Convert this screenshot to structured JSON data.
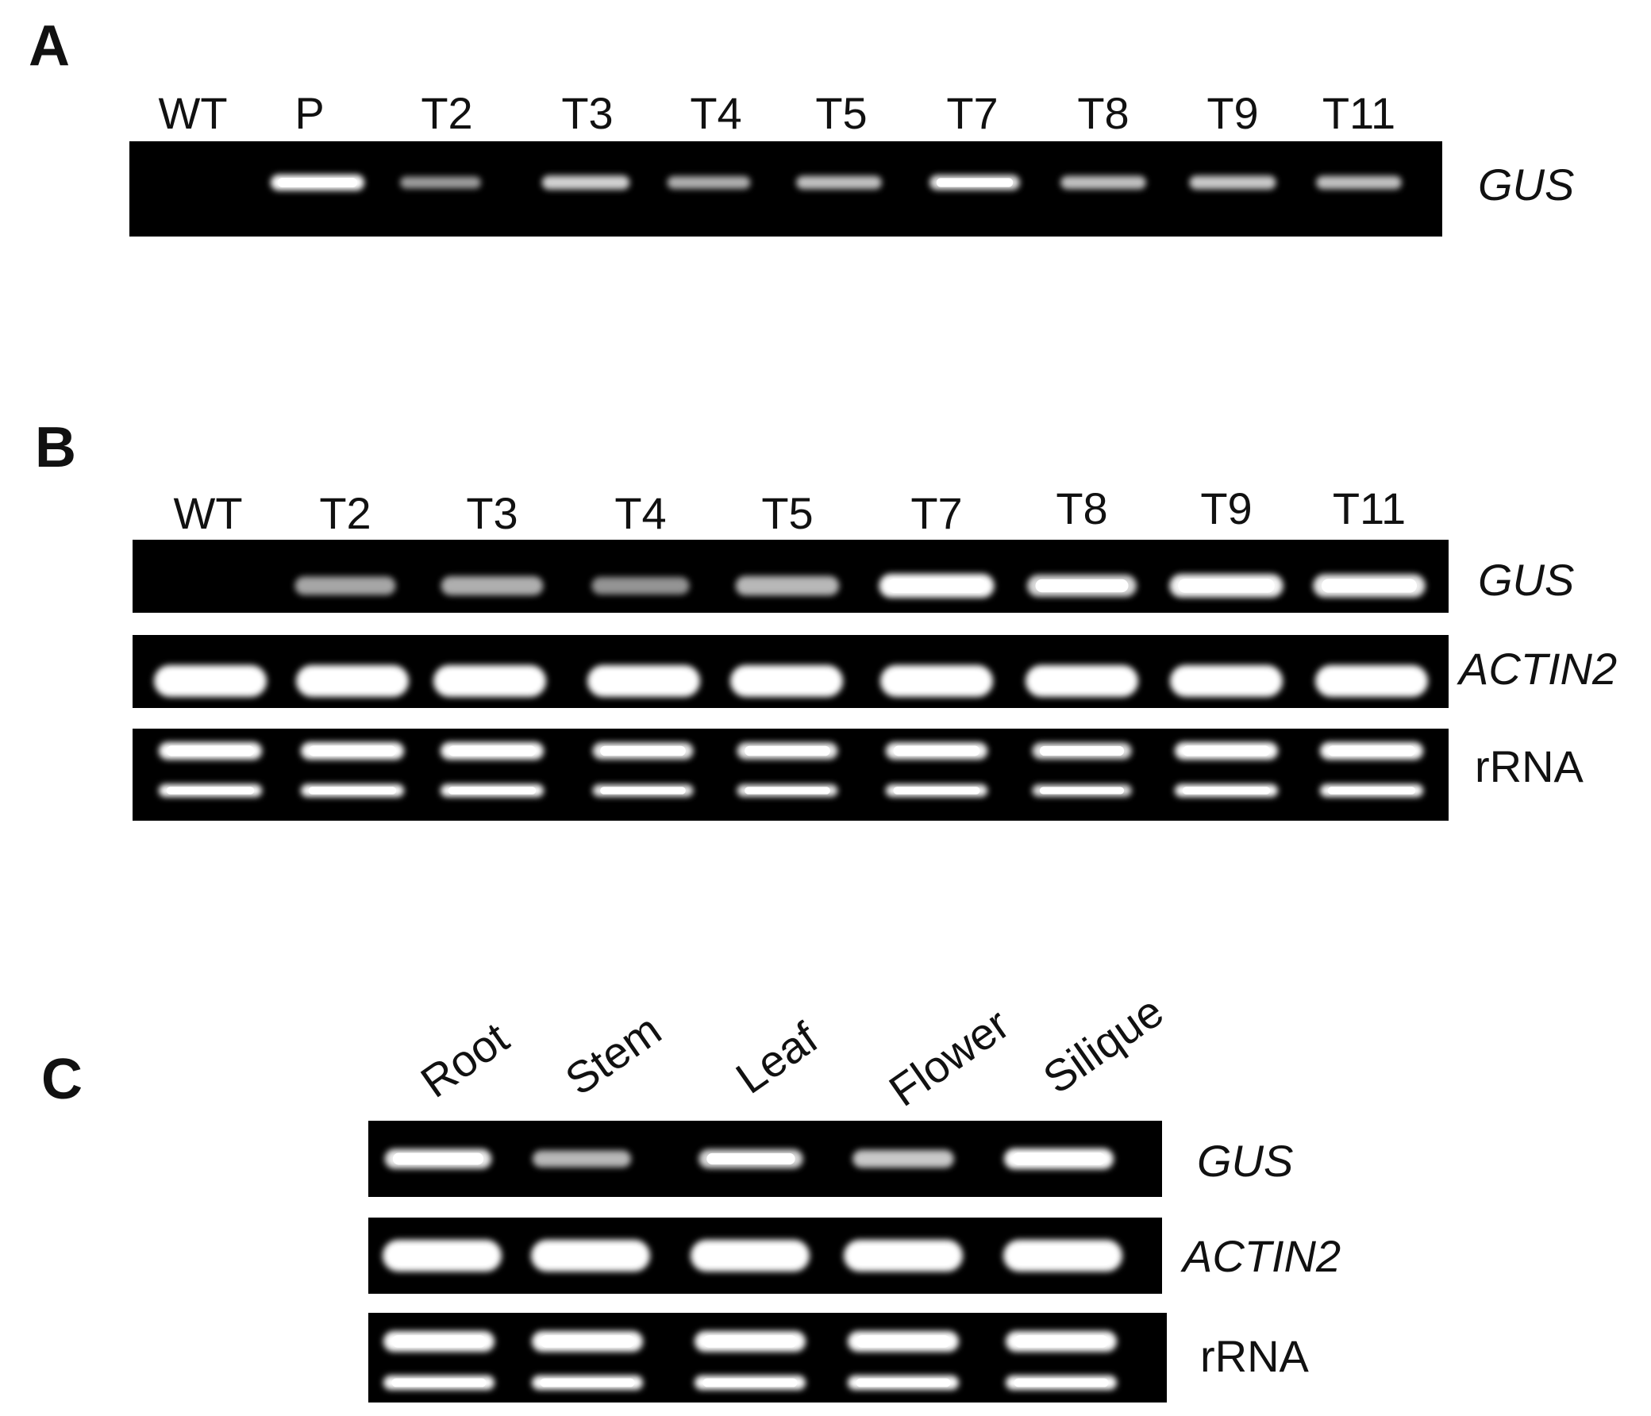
{
  "panels": [
    {
      "letter": "A",
      "lanes": [
        "WT",
        "P",
        "T2",
        "T3",
        "T4",
        "T5",
        "T7",
        "T8",
        "T9",
        "T11"
      ],
      "gels": [
        {
          "label": "GUS",
          "italic": true,
          "intensity": [
            0,
            1.0,
            0.45,
            0.75,
            0.55,
            0.65,
            0.85,
            0.65,
            0.7,
            0.65
          ]
        }
      ]
    },
    {
      "letter": "B",
      "lanes": [
        "WT",
        "T2",
        "T3",
        "T4",
        "T5",
        "T7",
        "T8",
        "T9",
        "T11"
      ],
      "gels": [
        {
          "label": "GUS",
          "italic": true,
          "intensity": [
            0,
            0.5,
            0.55,
            0.4,
            0.6,
            1.0,
            0.8,
            0.95,
            0.9
          ]
        },
        {
          "label": "ACTIN2",
          "italic": true,
          "intensity": [
            1,
            1,
            1,
            1,
            1,
            1,
            1,
            1,
            1
          ]
        },
        {
          "label": "rRNA",
          "italic": false,
          "intensity": [
            1,
            1,
            1,
            0.9,
            0.9,
            0.95,
            0.85,
            1,
            1
          ]
        }
      ]
    },
    {
      "letter": "C",
      "lanes": [
        "Root",
        "Stem",
        "Leaf",
        "Flower",
        "Silique"
      ],
      "gels": [
        {
          "label": "GUS",
          "italic": true,
          "intensity": [
            0.9,
            0.6,
            0.8,
            0.7,
            1.0
          ]
        },
        {
          "label": "ACTIN2",
          "italic": true,
          "intensity": [
            1,
            1,
            1,
            1,
            1
          ]
        },
        {
          "label": "rRNA",
          "italic": false,
          "intensity": [
            1,
            1,
            1,
            1,
            1
          ]
        }
      ]
    }
  ]
}
